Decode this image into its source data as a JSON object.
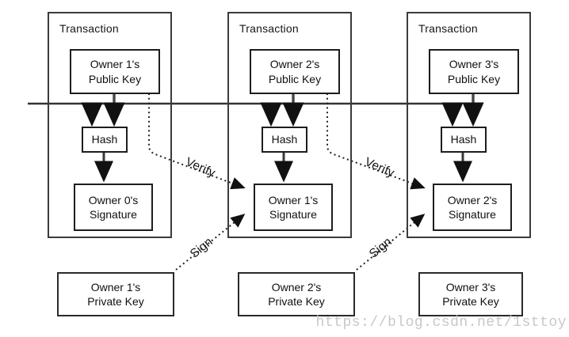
{
  "colors": {
    "background": "#ffffff",
    "line": "#333333",
    "thick_stem": "#474747",
    "arrowhead": "#111111",
    "box_border": "#1d1d1d",
    "text": "#101010",
    "watermark": "#c8c8c8"
  },
  "edge_labels": {
    "verify": "Verify",
    "sign": "Sign"
  },
  "transactions": [
    {
      "title": "Transaction",
      "public_key_line1": "Owner 1's",
      "public_key_line2": "Public Key",
      "hash": "Hash",
      "signature_line1": "Owner 0's",
      "signature_line2": "Signature",
      "private_key_line1": "Owner 1's",
      "private_key_line2": "Private Key"
    },
    {
      "title": "Transaction",
      "public_key_line1": "Owner 2's",
      "public_key_line2": "Public Key",
      "hash": "Hash",
      "signature_line1": "Owner 1's",
      "signature_line2": "Signature",
      "private_key_line1": "Owner 2's",
      "private_key_line2": "Private Key"
    },
    {
      "title": "Transaction",
      "public_key_line1": "Owner 3's",
      "public_key_line2": "Public Key",
      "hash": "Hash",
      "signature_line1": "Owner 2's",
      "signature_line2": "Signature",
      "private_key_line1": "Owner 3's",
      "private_key_line2": "Private Key"
    }
  ],
  "watermark": {
    "text": "https://blog.csdn.net/1sttoy"
  }
}
